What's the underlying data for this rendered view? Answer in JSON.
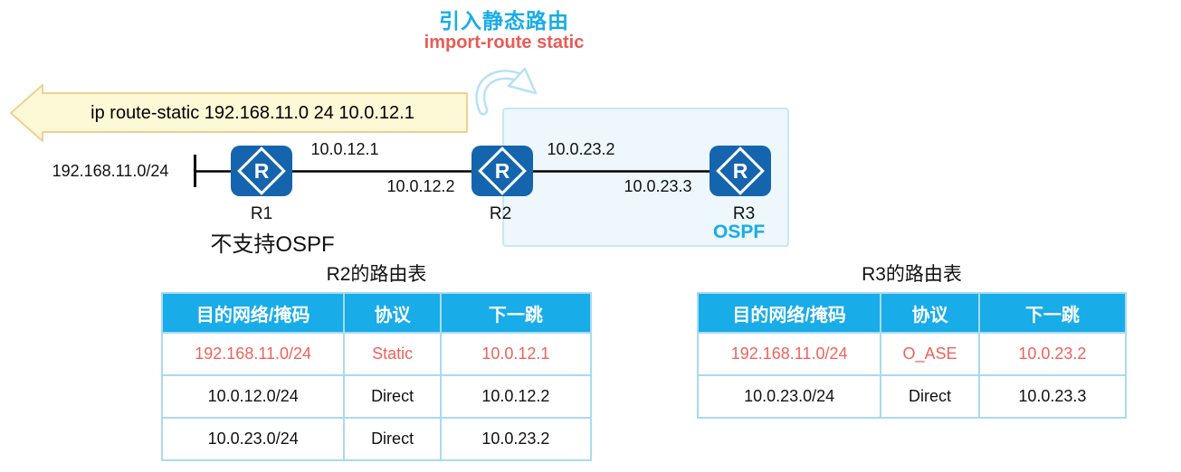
{
  "colors": {
    "cyan_accent": "#18ACE8",
    "red_highlight": "#EF625B",
    "router_blue": "#1565AE",
    "table_border": "#A9DAF2",
    "banner_fill": "#FDF8D6",
    "banner_border": "#EFD092",
    "ospf_zone_fill": "#EDF7FC"
  },
  "header": {
    "title_cn": "引入静态路由",
    "subtitle_en": "import-route static"
  },
  "banner": {
    "command": "ip route-static 192.168.11.0 24 10.0.12.1"
  },
  "topology": {
    "stub_network": "192.168.11.0/24",
    "routers": [
      {
        "id": "R1",
        "note": "不支持OSPF"
      },
      {
        "id": "R2",
        "note": ""
      },
      {
        "id": "R3",
        "note": ""
      }
    ],
    "router_glyph": "R",
    "interfaces": {
      "r1_right": "10.0.12.1",
      "r2_left": "10.0.12.2",
      "r2_right": "10.0.23.2",
      "r3_left": "10.0.23.3"
    },
    "ospf_zone_label": "OSPF"
  },
  "tables": [
    {
      "title": "R2的路由表",
      "headers": [
        "目的网络/掩码",
        "协议",
        "下一跳"
      ],
      "rows": [
        {
          "highlight": true,
          "cells": [
            "192.168.11.0/24",
            "Static",
            "10.0.12.1"
          ]
        },
        {
          "highlight": false,
          "cells": [
            "10.0.12.0/24",
            "Direct",
            "10.0.12.2"
          ]
        },
        {
          "highlight": false,
          "cells": [
            "10.0.23.0/24",
            "Direct",
            "10.0.23.2"
          ]
        }
      ]
    },
    {
      "title": "R3的路由表",
      "headers": [
        "目的网络/掩码",
        "协议",
        "下一跳"
      ],
      "rows": [
        {
          "highlight": true,
          "cells": [
            "192.168.11.0/24",
            "O_ASE",
            "10.0.23.2"
          ]
        },
        {
          "highlight": false,
          "cells": [
            "10.0.23.0/24",
            "Direct",
            "10.0.23.3"
          ]
        }
      ]
    }
  ]
}
